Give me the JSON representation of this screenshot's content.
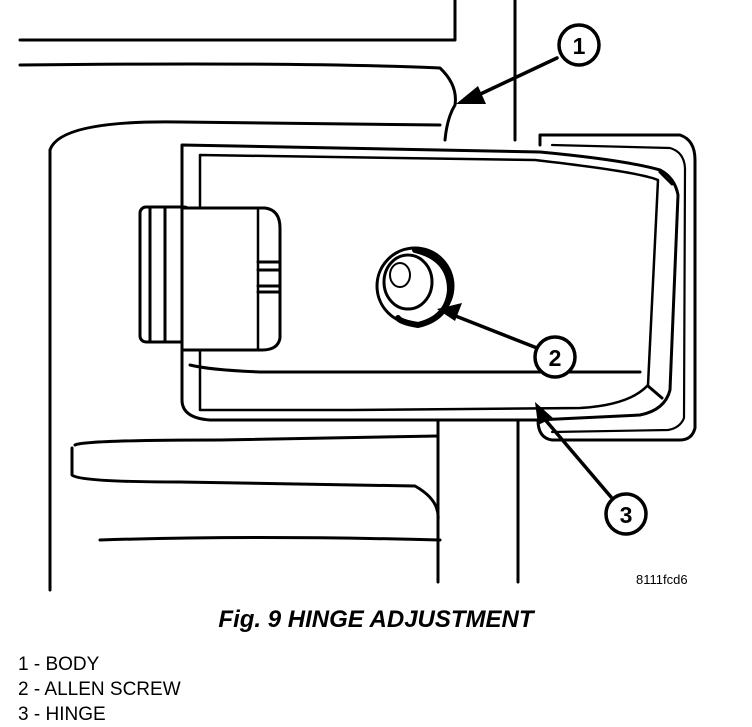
{
  "figure": {
    "image_code": "8111fcd6",
    "title": "Fig. 9 HINGE ADJUSTMENT",
    "callouts": [
      "1",
      "2",
      "3"
    ]
  },
  "legend": {
    "items": [
      {
        "number": "1",
        "name": "BODY"
      },
      {
        "number": "2",
        "name": "ALLEN SCREW"
      },
      {
        "number": "3",
        "name": "HINGE"
      }
    ]
  }
}
